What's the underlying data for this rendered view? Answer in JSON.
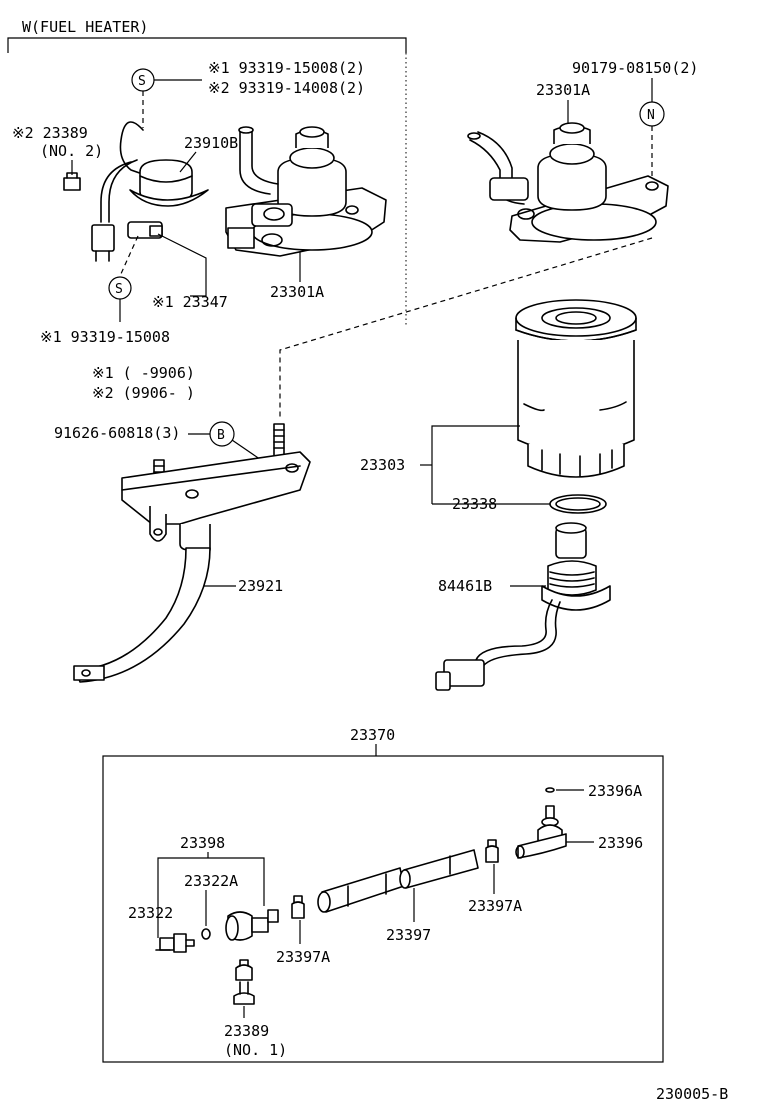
{
  "header": {
    "title": "W(FUEL  HEATER)"
  },
  "labels": {
    "n1_kit_s": "※1 93319-15008(2)",
    "n2_kit_s": "※2 93319-14008(2)",
    "clamp_no2": "※2 23389",
    "clamp_no2_sub": "(NO. 2)",
    "p23910b": "23910B",
    "p23301a_left": "23301A",
    "p23347": "※1 23347",
    "s_bottom": "※1 93319-15008",
    "p90179": "90179-08150(2)",
    "p23301a_right": "23301A",
    "note1": "※1 (      -9906)",
    "note2": "※2 (9906-      )",
    "p91626": "91626-60818(3)",
    "p23303": "23303",
    "p23338": "23338",
    "p84461b": "84461B",
    "p23921": "23921",
    "p23370": "23370",
    "p23396a": "23396A",
    "p23396": "23396",
    "p23398": "23398",
    "p23322a": "23322A",
    "p23322": "23322",
    "p23397a_right": "23397A",
    "p23397": "23397",
    "p23397a_left": "23397A",
    "clamp_no1": "23389",
    "clamp_no1_sub": "(NO. 1)",
    "figure_id": "230005-B"
  },
  "callouts": {
    "s_top": "S",
    "s_bottom": "S",
    "n": "N",
    "b": "B"
  }
}
